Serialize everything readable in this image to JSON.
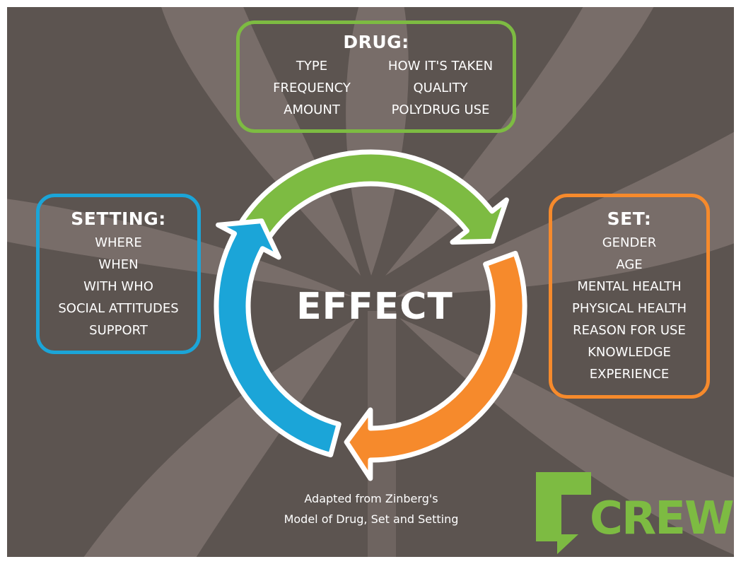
{
  "colors": {
    "background": "#5c5450",
    "leaf": "#786d69",
    "drug": "#7dbb42",
    "setting": "#1ba5d8",
    "set": "#f68a2c",
    "text": "#ffffff",
    "logo": "#7dbb42"
  },
  "drug": {
    "title": "DRUG:",
    "items": [
      "TYPE",
      "HOW IT'S TAKEN",
      "FREQUENCY",
      "QUALITY",
      "AMOUNT",
      "POLYDRUG USE"
    ]
  },
  "setting": {
    "title": "SETTING:",
    "items": [
      "WHERE",
      "WHEN",
      "WITH WHO",
      "SOCIAL ATTITUDES",
      "SUPPORT"
    ]
  },
  "set": {
    "title": "SET:",
    "items": [
      "GENDER",
      "AGE",
      "MENTAL HEALTH",
      "PHYSICAL HEALTH",
      "REASON FOR USE",
      "KNOWLEDGE",
      "EXPERIENCE"
    ]
  },
  "center": {
    "label": "EFFECT"
  },
  "attribution": {
    "line1": "Adapted from Zinberg's",
    "line2": "Model of Drug, Set and Setting"
  },
  "logo": {
    "text": "CREW"
  }
}
